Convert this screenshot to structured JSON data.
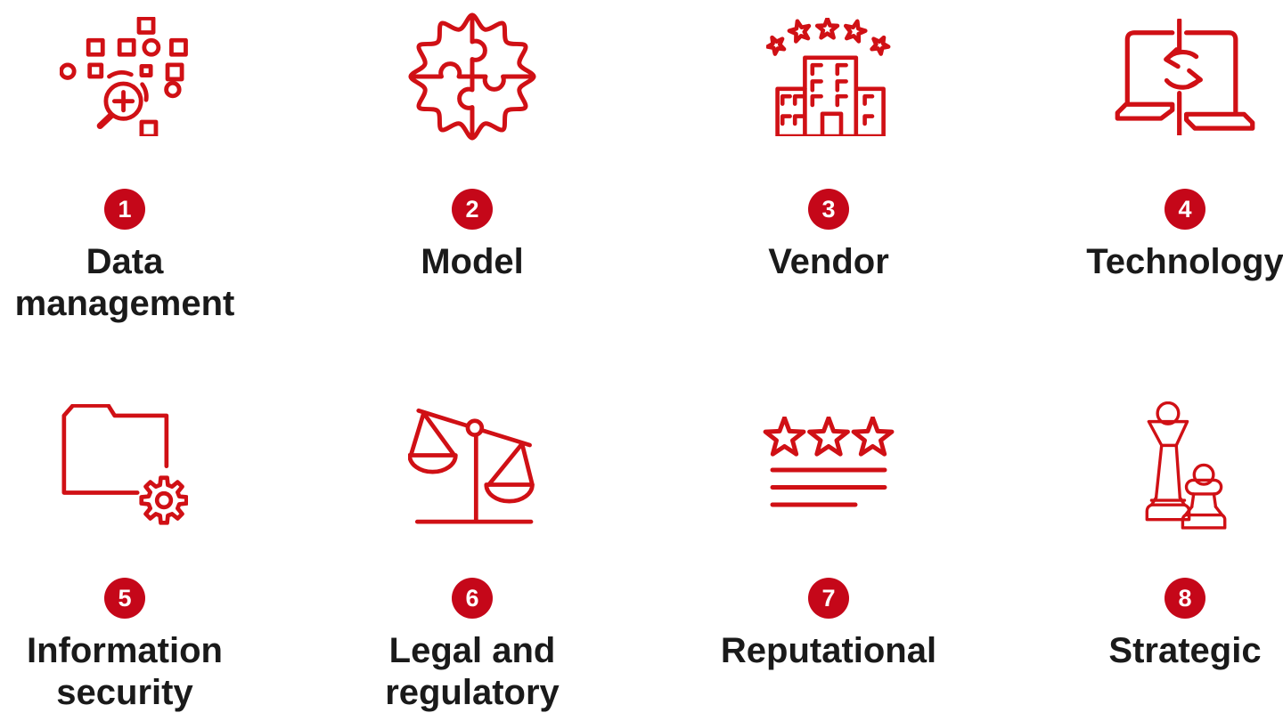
{
  "colors": {
    "icon_stroke": "#D01015",
    "badge_background": "#C50719",
    "badge_number": "#FFFFFF",
    "label_text": "#1A1A1A",
    "page_background": "#FFFFFF"
  },
  "items": [
    {
      "number": "1",
      "label": "Data management",
      "icon": "data-scan-magnifier-icon"
    },
    {
      "number": "2",
      "label": "Model",
      "icon": "puzzle-gear-icon"
    },
    {
      "number": "3",
      "label": "Vendor",
      "icon": "building-stars-icon"
    },
    {
      "number": "4",
      "label": "Technology",
      "icon": "laptop-sync-icon"
    },
    {
      "number": "5",
      "label": "Information security",
      "icon": "folder-gear-icon"
    },
    {
      "number": "6",
      "label": "Legal and regulatory",
      "icon": "scales-of-justice-icon"
    },
    {
      "number": "7",
      "label": "Reputational",
      "icon": "stars-rating-lines-icon"
    },
    {
      "number": "8",
      "label": "Strategic",
      "icon": "chess-pieces-icon"
    }
  ]
}
